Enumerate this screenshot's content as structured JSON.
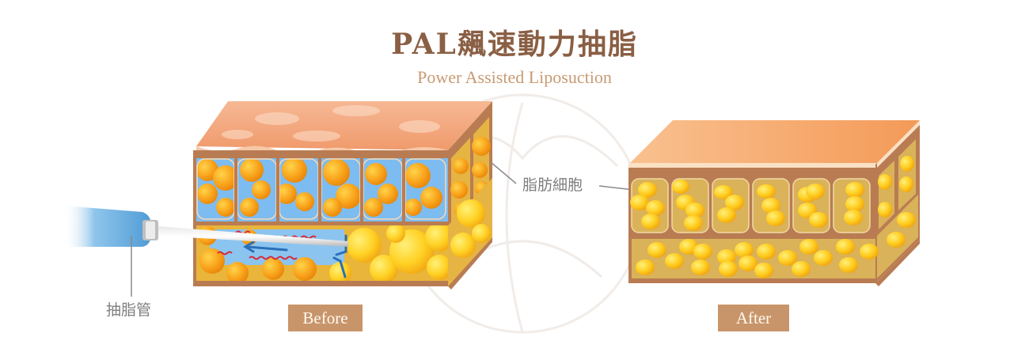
{
  "header": {
    "title": "PAL飆速動力抽脂",
    "subtitle": "Power Assisted Liposuction"
  },
  "labels": {
    "fat_cells": "脂肪細胞",
    "cannula": "抽脂管"
  },
  "panels": [
    {
      "id": "before",
      "tag": "Before"
    },
    {
      "id": "after",
      "tag": "After"
    }
  ],
  "colors": {
    "title": "#8a5f44",
    "subtitle": "#c89a73",
    "tag_bg": "#c8956a",
    "tag_text": "#fffaf2",
    "skin_top": "#f0a070",
    "tissue_border": "#b87a50",
    "fat_orange": "#f7a21a",
    "fat_yellow": "#ffd22a",
    "fluid_blue": "#7dbcf0",
    "cannula_blue": "#5aa6dc",
    "label_gray": "#7f7f7f"
  }
}
